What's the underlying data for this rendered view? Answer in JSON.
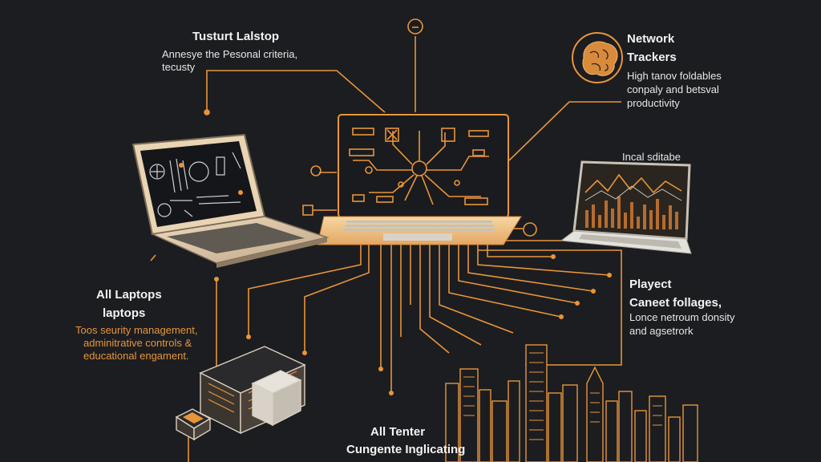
{
  "colors": {
    "background": "#1c1d20",
    "accent": "#e8953a",
    "heading": "#f3f3f3",
    "text": "#e6e6e6"
  },
  "top_left": {
    "title": "Tusturt Lalstop",
    "line1": "Annesye the Pesonal criteria,",
    "line2": "tecusty"
  },
  "top_right": {
    "title_line1": "Network",
    "title_line2": "Trackers",
    "line1": "High tanov foldables",
    "line2": "conpaly and betsval",
    "line3": "productivity"
  },
  "right_laptop": {
    "label": "Incal sditabe"
  },
  "left_mid": {
    "title_line1": "All Laptops",
    "title_line2": "laptops",
    "line1": "Toos seurity management,",
    "line2": "adminitrative controls &",
    "line3": "educational engament."
  },
  "right_mid": {
    "title_line1": "Playect",
    "title_line2": "Caneet follages,",
    "line1": "Lonce netroum donsity",
    "line2": "and agsetrork"
  },
  "bottom": {
    "title_line1": "All Tenter",
    "title_line2": "Cungente Inglicating"
  },
  "icons": [
    "brain-icon",
    "ai-chip-icon",
    "server-stack-icon",
    "city-skyline-icon",
    "circuit-node-icon"
  ]
}
